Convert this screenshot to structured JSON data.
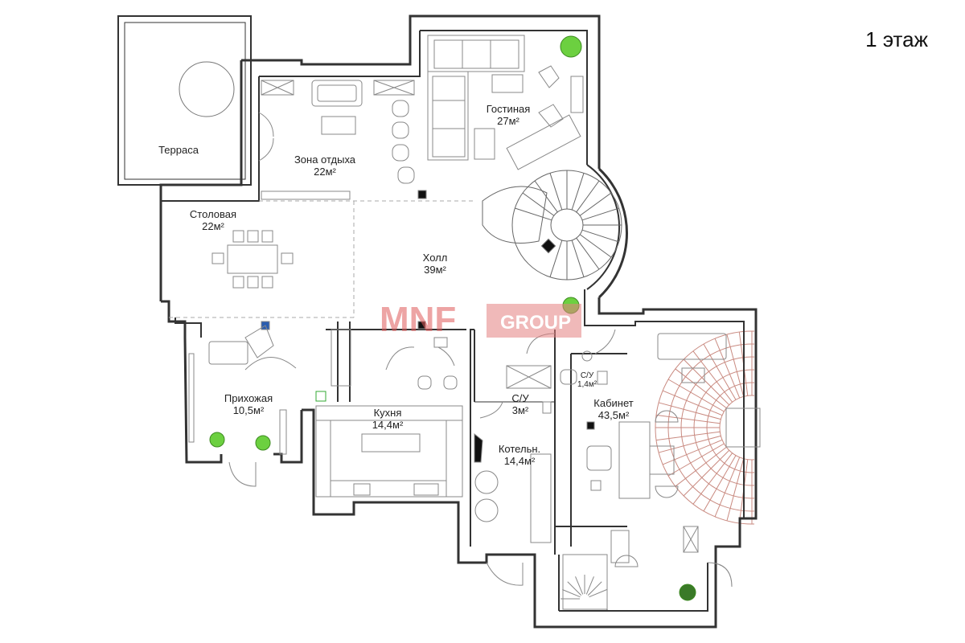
{
  "floor_title": "1 этаж",
  "rooms": {
    "terrace": {
      "name": "Терраса"
    },
    "lounge": {
      "name": "Зона отдыха",
      "area": "22м²"
    },
    "living": {
      "name": "Гостиная",
      "area": "27м²"
    },
    "dining": {
      "name": "Столовая",
      "area": "22м²"
    },
    "hall": {
      "name": "Холл",
      "area": "39м²"
    },
    "entrance": {
      "name": "Прихожая",
      "area": "10,5м²"
    },
    "kitchen": {
      "name": "Кухня",
      "area": "14,4м²"
    },
    "bath1": {
      "name": "С/У",
      "area": "3м²"
    },
    "bath2": {
      "name": "С/У",
      "area": "1,4м²"
    },
    "study": {
      "name": "Кабинет",
      "area": "43,5м²"
    },
    "boiler": {
      "name": "Котельн.",
      "area": "14,4м²"
    }
  },
  "watermark": {
    "brand": "MNF",
    "suffix": "GROUP",
    "color": "#d9534f"
  },
  "colors": {
    "wall": "#ffffff",
    "wall_stroke": "#333333",
    "furniture": "#888888",
    "paving": "#c98a80",
    "plant": "#5cc23a"
  }
}
